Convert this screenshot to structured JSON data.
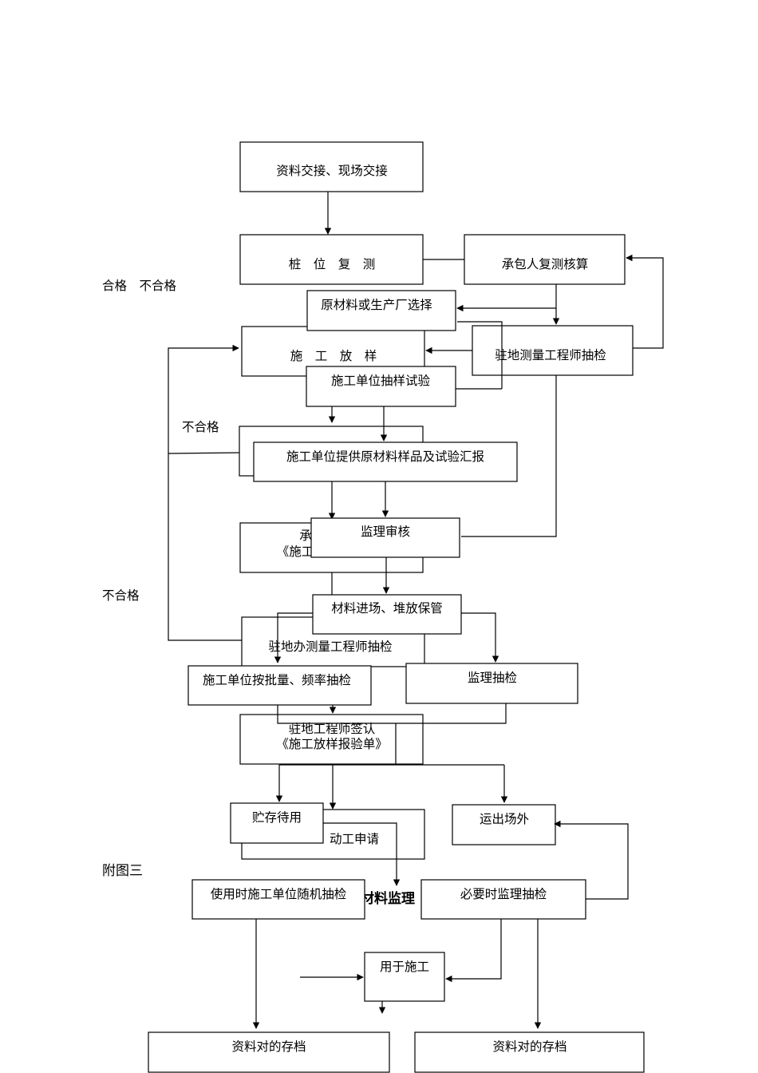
{
  "boxes": {
    "handover": "资料交接、现场交接",
    "pile_recheck": "桩　位　复　测",
    "contractor_recheck": "承包人复测核算",
    "material_select": "原材料或生产厂选择",
    "construction_layout": "施　工　放　样",
    "resident_survey_check": "驻地测量工程师抽检",
    "unit_sample_test": "施工单位抽样试验",
    "material_sample_report": "施工单位提供原材料样品及试验汇报",
    "hidden_cheng": "承",
    "hidden_shigong": "《施工",
    "supervision_review": "监理审核",
    "material_entry": "材料进场、堆放保管",
    "resident_office_check": "驻地办测量工程师抽检",
    "batch_check": "施工单位按批量、频率抽检",
    "supervision_check": "监理抽检",
    "engineer_sign_1": "驻地工程师签认",
    "engineer_sign_2": "《施工放样报验单》",
    "storage": "贮存待用",
    "start_request": "动工申请",
    "ship_out": "运出场外",
    "random_check": "使用时施工单位随机抽检",
    "supervision_when_needed": "必要时监理抽检",
    "use_in_construction": "用于施工",
    "archive_left": "资料对的存档",
    "archive_right": "资料对的存档"
  },
  "labels": {
    "qualified_unqualified": "合格　不合格",
    "unqualified_1": "不合格",
    "unqualified_2": "不合格",
    "appendix": "附图三",
    "material_supervision_fragment": "材料监理"
  }
}
